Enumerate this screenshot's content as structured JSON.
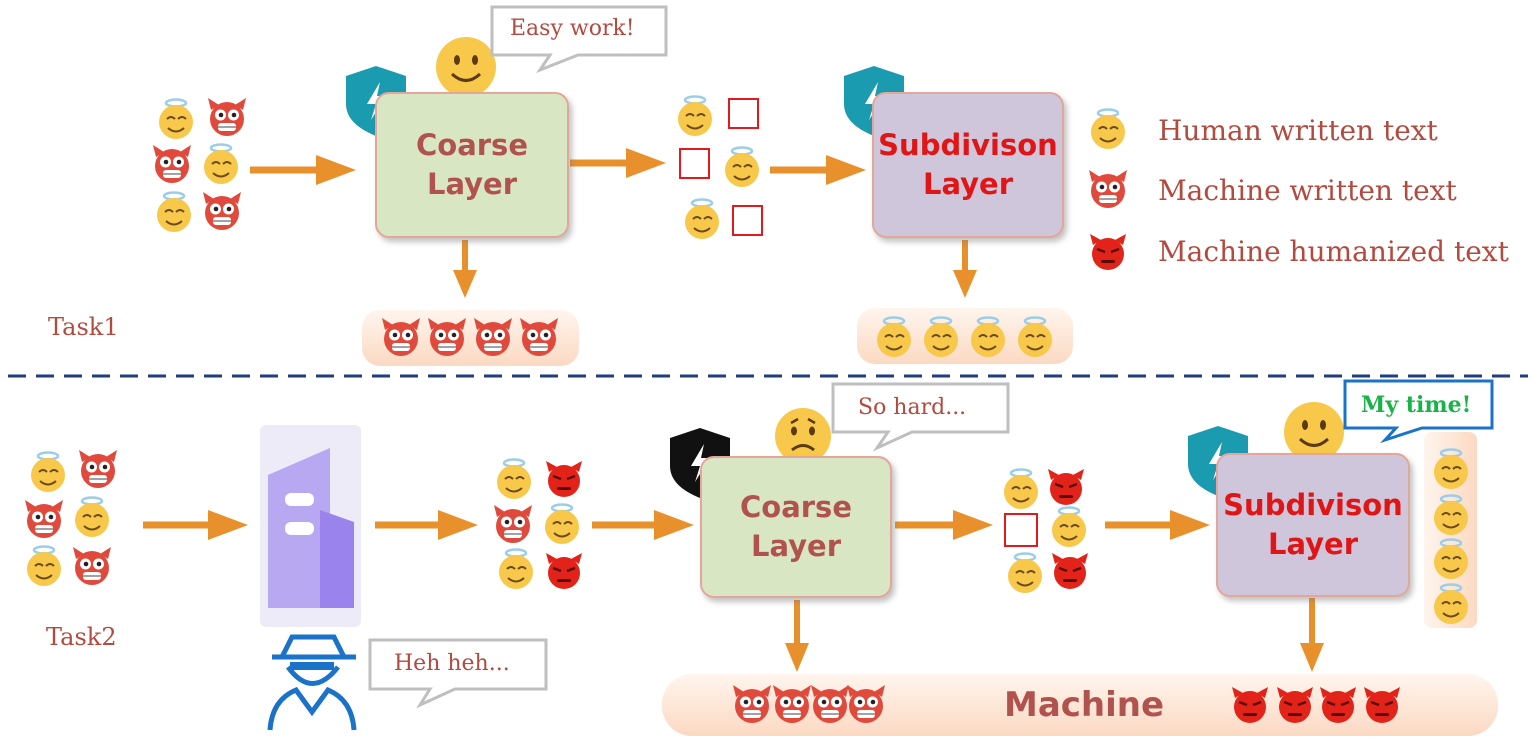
{
  "task1": {
    "label": "Task1",
    "speech": "Easy work!",
    "coarse_line1": "Coarse",
    "coarse_line2": "Layer",
    "subdiv_line1": "Subdivison",
    "subdiv_line2": "Layer"
  },
  "task2": {
    "label": "Task2",
    "speech_coarse": "So hard...",
    "speech_subdiv": "My time!",
    "speech_hacker": "Heh heh...",
    "coarse_line1": "Coarse",
    "coarse_line2": "Layer",
    "subdiv_line1": "Subdivison",
    "subdiv_line2": "Layer",
    "output_label": "Machine"
  },
  "legend": [
    {
      "icon": "angel-face-icon",
      "text": "Human written text"
    },
    {
      "icon": "devil-face-icon",
      "text": "Machine written text"
    },
    {
      "icon": "angry-devil-icon",
      "text": "Machine humanized text"
    }
  ],
  "colors": {
    "arrow": "#e8912c",
    "label_red": "#b24a3f",
    "coarse_bg": "#d9e6c4",
    "subdiv_bg": "#cfc6dc",
    "shield": "#1b9bb0",
    "divider": "#1f3d7a"
  }
}
